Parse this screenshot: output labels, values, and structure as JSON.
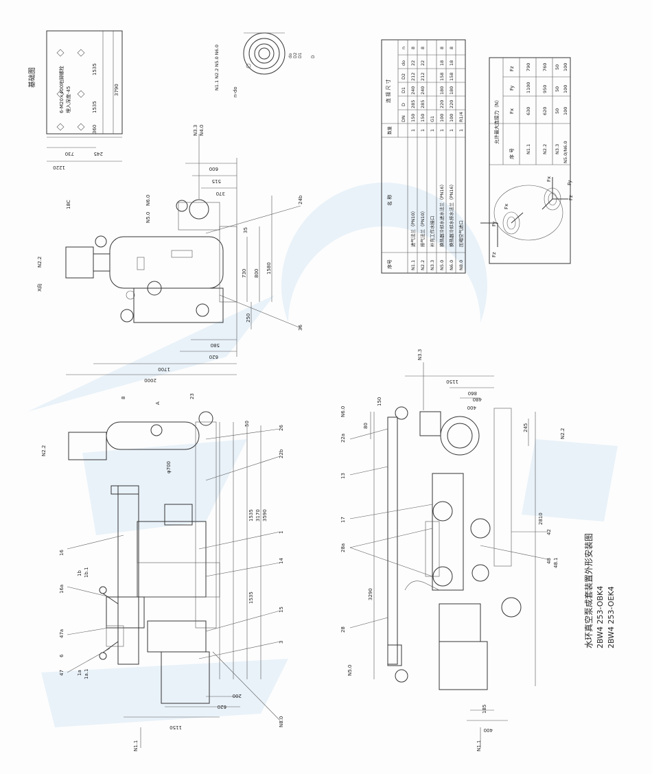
{
  "title": {
    "name": "水环真空泵成套装置外形安装图",
    "model1": "2BW4 253-OBK4",
    "model2": "2BW4 253-OEK4"
  },
  "foundation": {
    "title": "基础图",
    "bolt_note": "6-M20×400地脚螺栓",
    "depth_note": "埋入深度-45",
    "dims": [
      "1220",
      "730",
      "245",
      "360",
      "1535",
      "1535",
      "3790"
    ]
  },
  "flange_sketch": {
    "labels": [
      "N1.1 N2.2 N5.0 N6.0",
      "n-do",
      "do",
      "D2",
      "D1",
      "D"
    ]
  },
  "nozzle_table": {
    "headers": {
      "seq": "序号",
      "name": "名 称",
      "qty": "数量",
      "conn": "连 接 尺 寸",
      "cols": [
        "DN",
        "D",
        "D1",
        "D2",
        "do",
        "n"
      ]
    },
    "rows": [
      {
        "seq": "N1.1",
        "name": "进气法兰（PN10）",
        "qty": "1",
        "dn": "150",
        "d": "285",
        "d1": "240",
        "d2": "212",
        "do": "22",
        "n": "8"
      },
      {
        "seq": "N2.2",
        "name": "排气法兰（PN10）",
        "qty": "1",
        "dn": "150",
        "d": "285",
        "d1": "240",
        "d2": "212",
        "do": "22",
        "n": "8"
      },
      {
        "seq": "N3.3",
        "name": "补充工作水接口",
        "qty": "1",
        "dn": "G1",
        "d": "",
        "d1": "",
        "d2": "",
        "do": "",
        "n": ""
      },
      {
        "seq": "N5.0",
        "name": "换热器冷却水进水法兰（PN16）",
        "qty": "1",
        "dn": "100",
        "d": "220",
        "d1": "180",
        "d2": "158",
        "do": "18",
        "n": "8"
      },
      {
        "seq": "N6.0",
        "name": "换热器冷却水排水法兰（PN16）",
        "qty": "1",
        "dn": "100",
        "d": "220",
        "d1": "180",
        "d2": "158",
        "do": "18",
        "n": "8"
      },
      {
        "seq": "N8.0",
        "name": "压缩空气进口",
        "qty": "1",
        "dn": "R1/4",
        "d": "",
        "d1": "",
        "d2": "",
        "do": "",
        "n": ""
      }
    ]
  },
  "force_table": {
    "title": "允许最大连接力（N）",
    "headers": [
      "序 号",
      "Fx",
      "Fy",
      "Fz"
    ],
    "rows": [
      [
        "N1.1",
        "630",
        "1100",
        "790"
      ],
      [
        "N2.2",
        "620",
        "950",
        "760"
      ],
      [
        "N3.3",
        "50",
        "50",
        "50"
      ],
      [
        "N5.0/N6.0",
        "100",
        "100",
        "100"
      ]
    ],
    "axis_labels": [
      "Fx",
      "Fy",
      "Fz",
      "Fx",
      "Fy",
      "Fz"
    ]
  },
  "top_view": {
    "labels": [
      "N2.2",
      "X向",
      "18C",
      "N5.0",
      "N6.0",
      "N3.3",
      "N4.0",
      "24b",
      "35",
      "36"
    ],
    "dims": [
      "600",
      "515",
      "370",
      "730",
      "800",
      "1580",
      "250",
      "580",
      "620",
      "1700",
      "2000"
    ]
  },
  "front_view": {
    "labels": [
      "8",
      "A",
      "23",
      "26",
      "22b",
      "N2.2",
      "φ700",
      "1",
      "14",
      "16",
      "16a",
      "1b",
      "1b.1",
      "47a",
      "6",
      "47",
      "1a",
      "1a.1",
      "15",
      "3",
      "N1.1",
      "N8.0"
    ],
    "dims": [
      "50",
      "1535",
      "3170",
      "3590",
      "1535",
      "200",
      "620",
      "1150"
    ]
  },
  "side_view": {
    "labels": [
      "N3.3",
      "N6.0",
      "22a",
      "13",
      "17",
      "28a",
      "28",
      "N5.0",
      "N2.2",
      "42",
      "48",
      "48.1",
      "N1.1"
    ],
    "dims": [
      "1150",
      "860",
      "480",
      "400",
      "150",
      "80",
      "245",
      "2810",
      "3290",
      "185",
      "400"
    ]
  }
}
